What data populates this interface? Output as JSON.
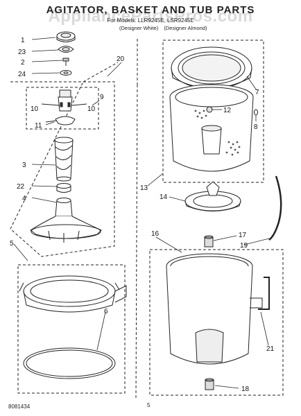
{
  "header": {
    "title": "AGITATOR, BASKET AND TUB PARTS",
    "for_line": "For Models: LLR9245E, LSR9245E",
    "color_1": "(Designer White)",
    "color_2": "(Designer Almond)"
  },
  "watermark": "AppliancePartsPros.com",
  "footer": {
    "code": "8081434",
    "page": "5"
  },
  "callouts": {
    "c1": "1",
    "c2": "2",
    "c3": "3",
    "c4": "4",
    "c5": "5",
    "c6": "6",
    "c7": "7",
    "c8": "8",
    "c9": "9",
    "c10a": "10",
    "c10b": "10",
    "c11": "11",
    "c12": "12",
    "c13": "13",
    "c14": "14",
    "c16": "16",
    "c17": "17",
    "c18": "18",
    "c19": "19",
    "c20": "20",
    "c21": "21",
    "c22": "22",
    "c23": "23",
    "c24": "24"
  }
}
